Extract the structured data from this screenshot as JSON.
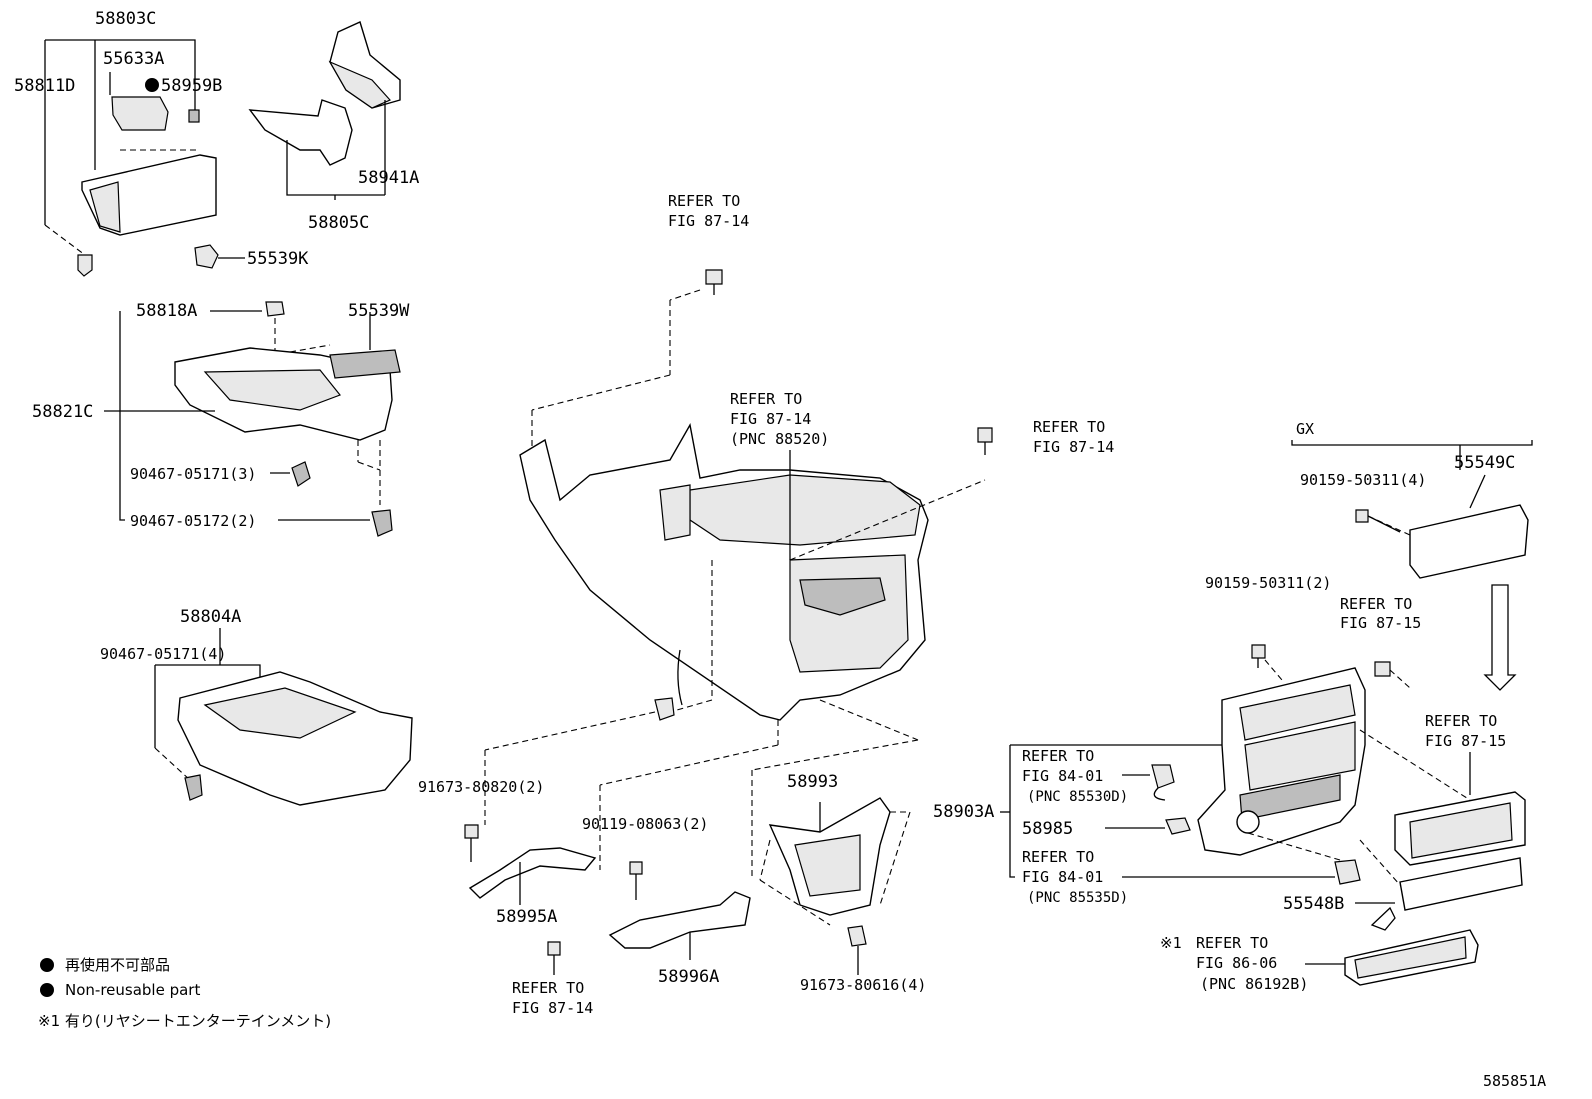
{
  "labels": {
    "p58803C": "58803C",
    "p55633A": "55633A",
    "p58959B": "58959B",
    "p58811D": "58811D",
    "p58941A": "58941A",
    "p58805C": "58805C",
    "p55539K": "55539K",
    "p58818A": "58818A",
    "p55539W": "55539W",
    "p58821C": "58821C",
    "p90467_05171_3": "90467-05171(3)",
    "p90467_05172_2": "90467-05172(2)",
    "p58804A": "58804A",
    "p90467_05171_4": "90467-05171(4)",
    "ref_top_1": "REFER TO",
    "ref_top_2": "FIG 87-14",
    "ref_mid_1": "REFER TO",
    "ref_mid_2": "FIG 87-14",
    "ref_mid_3": "(PNC 88520)",
    "ref_right_1": "REFER TO",
    "ref_right_2": "FIG 87-14",
    "gx": "GX",
    "p90159_50311_4": "90159-50311(4)",
    "p55549C": "55549C",
    "p90159_50311_2": "90159-50311(2)",
    "ref_8715a_1": "REFER TO",
    "ref_8715a_2": "FIG 87-15",
    "ref_8715b_1": "REFER TO",
    "ref_8715b_2": "FIG 87-15",
    "ref_8401a_1": "REFER TO",
    "ref_8401a_2": "FIG 84-01",
    "ref_8401a_3": "(PNC 85530D)",
    "p58903A": "58903A",
    "p58985": "58985",
    "ref_8401b_1": "REFER TO",
    "ref_8401b_2": "FIG 84-01",
    "ref_8401b_3": "(PNC 85535D)",
    "p55548B": "55548B",
    "ref_8606_1": "REFER TO",
    "ref_8606_2": "FIG 86-06",
    "ref_8606_3": "(PNC 86192B)",
    "note_mark": "※1",
    "p91673_80820_2": "91673-80820(2)",
    "p58995A": "58995A",
    "p90119_08063_2": "90119-08063(2)",
    "p58993": "58993",
    "p58996A": "58996A",
    "p91673_80616_4": "91673-80616(4)",
    "ref_bot_1": "REFER TO",
    "ref_bot_2": "FIG 87-14",
    "diagram_id": "585851A"
  },
  "legend": {
    "jp": "再使用不可部品",
    "en": "Non-reusable part",
    "note": "※1 有り(リヤシートエンターテインメント)"
  }
}
